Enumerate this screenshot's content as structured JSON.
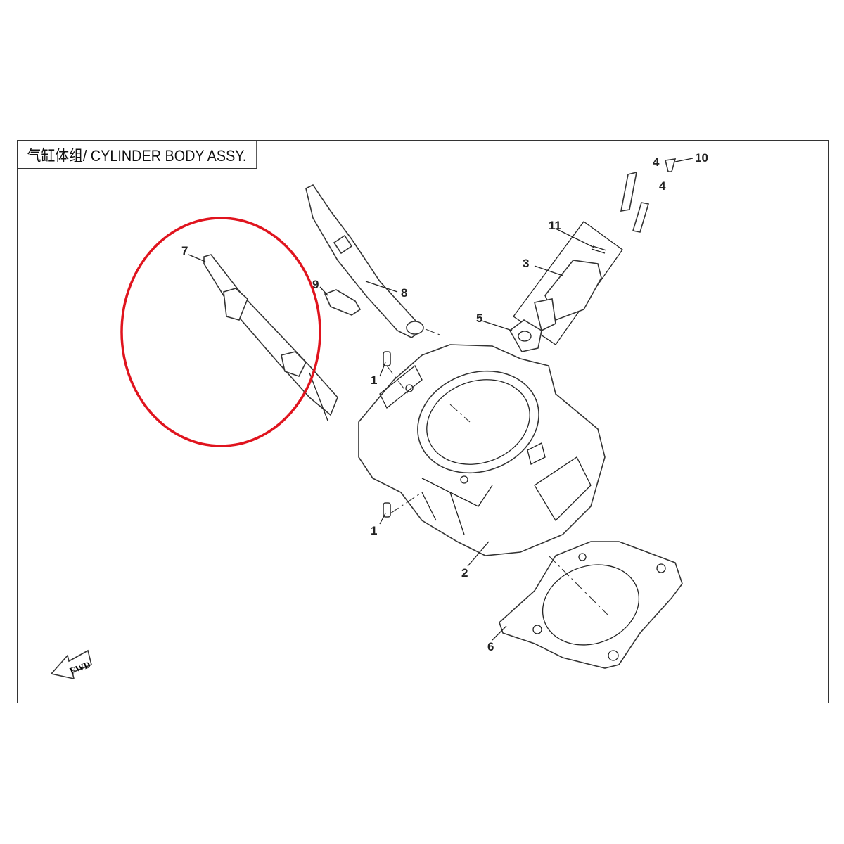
{
  "title": "气缸体组/ CYLINDER BODY ASSY.",
  "fwd_label": "FWD",
  "callouts": {
    "p1a": "1",
    "p1b": "1",
    "p2": "2",
    "p3": "3",
    "p4a": "4",
    "p4b": "4",
    "p5": "5",
    "p6": "6",
    "p7": "7",
    "p8": "8",
    "p9": "9",
    "p10": "10",
    "p11": "11"
  },
  "highlight_color": "#e0141e"
}
